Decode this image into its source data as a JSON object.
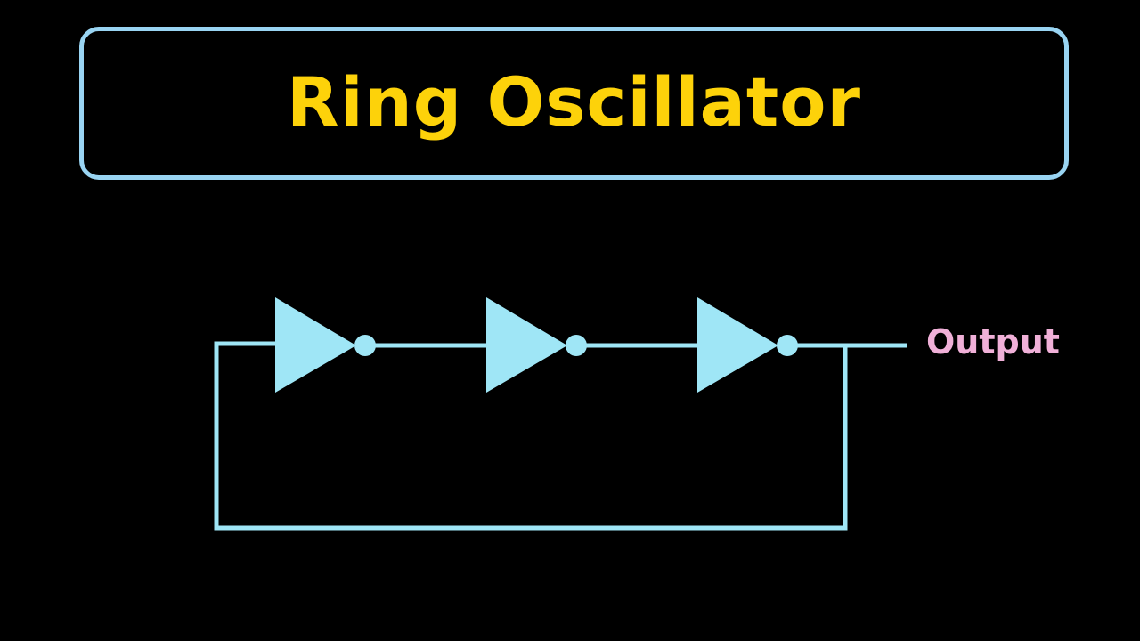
{
  "title": "Ring Oscillator",
  "diagram": {
    "type": "circuit-schematic",
    "components": [
      {
        "id": "inverter-1",
        "kind": "NOT gate"
      },
      {
        "id": "inverter-2",
        "kind": "NOT gate"
      },
      {
        "id": "inverter-3",
        "kind": "NOT gate"
      }
    ],
    "connections": [
      "inverter-1 -> inverter-2",
      "inverter-2 -> inverter-3",
      "inverter-3 -> output",
      "inverter-3 -> feedback -> inverter-1"
    ],
    "output_label": "Output"
  },
  "colors": {
    "background": "#000000",
    "title_border": "#99d4f2",
    "title_text": "#fdd20a",
    "wire": "#9fe6f6",
    "output_text": "#f0b0d8"
  }
}
